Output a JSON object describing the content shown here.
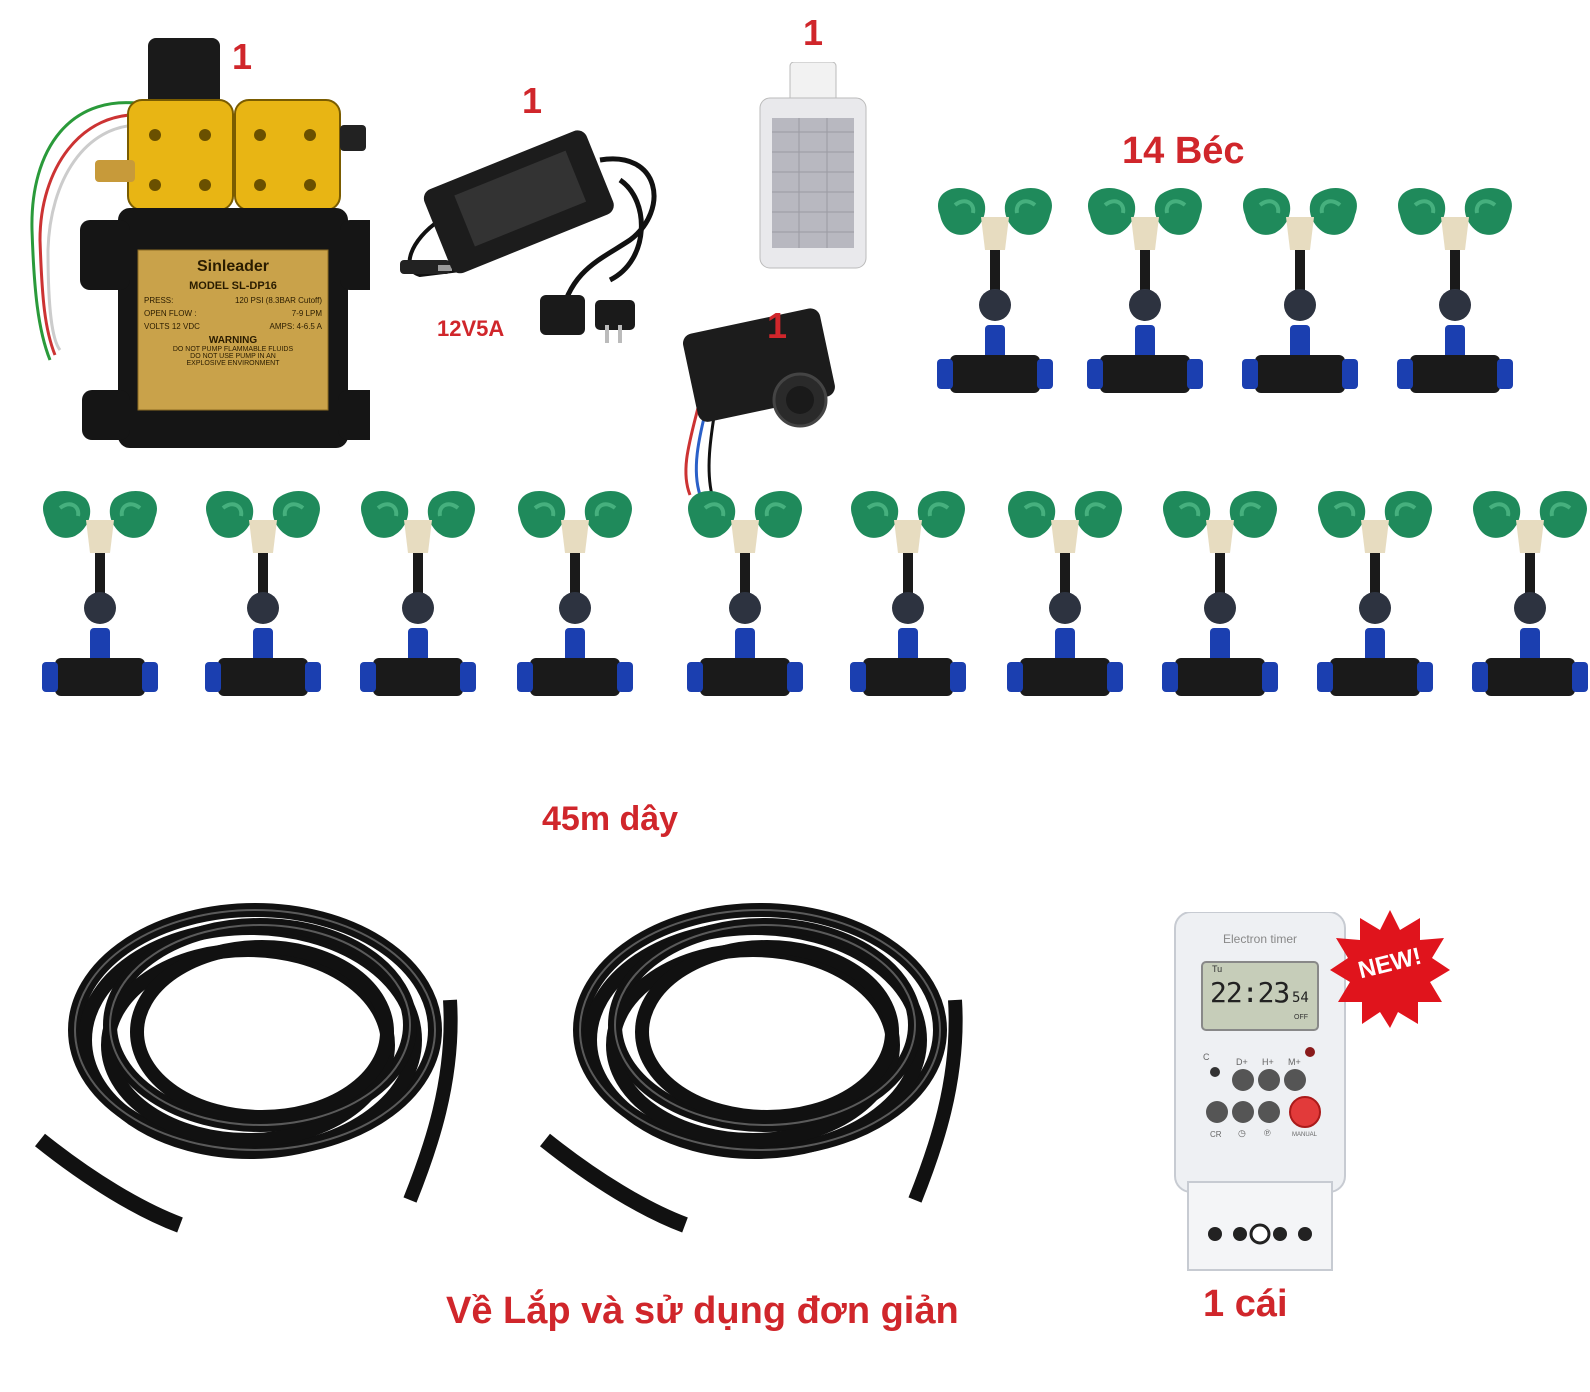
{
  "labels": {
    "pump_qty": "1",
    "adapter_qty": "1",
    "filter_qty": "1",
    "controller_qty": "1",
    "adapter_spec": "12V5A",
    "nozzle_count": "14  Béc",
    "hose_length": "45m dây",
    "tagline": "Về Lắp và sử dụng đơn giản",
    "timer_qty": "1 cái"
  },
  "pump_plate": {
    "brand": "Sinleader",
    "model": "MODEL SL-DP16",
    "press_label": "PRESS:",
    "press_value": "120 PSI (8.3BAR Cutoff)",
    "flow_label": "OPEN FLOW :",
    "flow_value": "7-9 LPM",
    "volts_label": "VOLTS 12 VDC",
    "amps_label": "AMPS: 4-6.5 A",
    "warning": "WARNING",
    "warning_text_1": "DO NOT PUMP FLAMMABLE FLUIDS",
    "warning_text_2": "DO NOT USE PUMP IN AN",
    "warning_text_3": "EXPLOSIVE ENVIRONMENT"
  },
  "timer": {
    "title": "Electron timer",
    "day": "Tu",
    "time": "22:23",
    "seconds": "54",
    "state": "OFF",
    "btn_labels": [
      "C",
      "D+",
      "H+",
      "M+"
    ],
    "bottom_labels": [
      "CR",
      "◷",
      "℗",
      "MANUAL"
    ]
  },
  "badge": {
    "text": "NEW!"
  },
  "colors": {
    "label_red": "#d0262b",
    "nozzle_green": "#1f8a5b",
    "fitting_blue": "#1b3fb0",
    "pump_yellow": "#e8b514",
    "plate_gold": "#c9a24a",
    "hose_black": "#111111",
    "badge_red": "#e0141c"
  }
}
